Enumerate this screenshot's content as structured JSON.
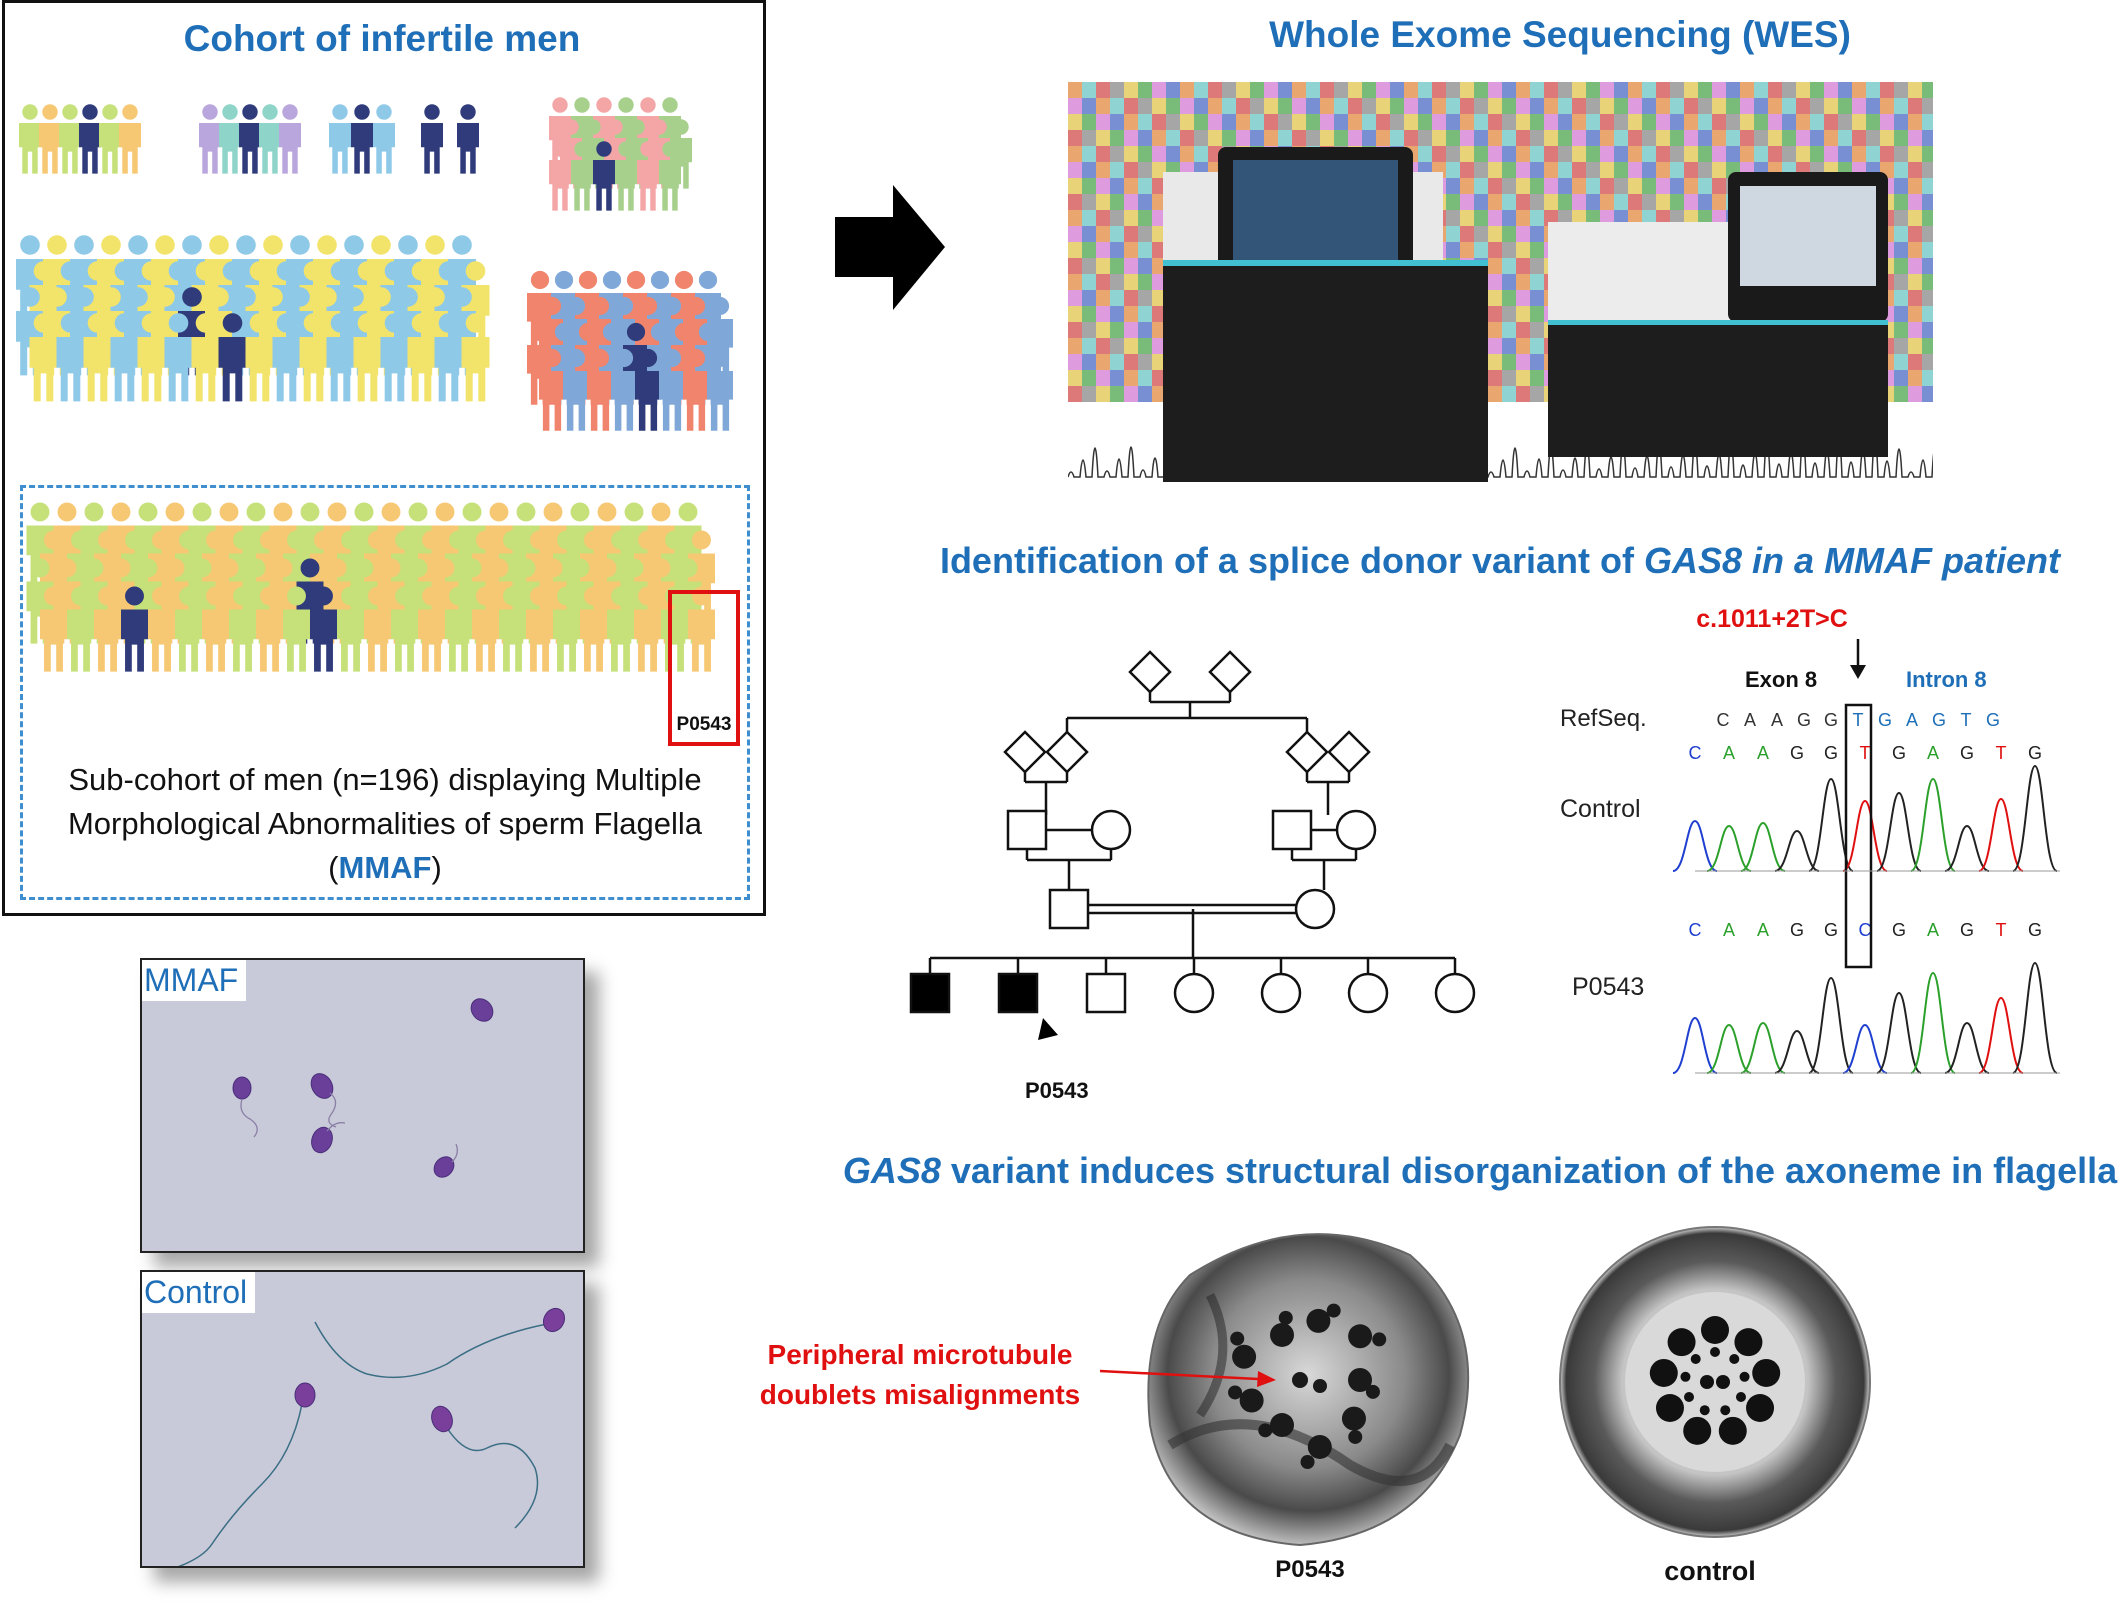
{
  "cohort": {
    "title": "Cohort of infertile men",
    "subcohort_text": "Sub-cohort of men (n=196) displaying Multiple Morphological Abnormalities of sperm Flagella",
    "subcohort_paren_open": "(",
    "subcohort_mmaf": "MMAF",
    "subcohort_paren_close": ")",
    "patient_label": "P0543"
  },
  "wes": {
    "title": "Whole Exome Sequencing (WES)"
  },
  "splice": {
    "title_prefix": "Identification of a splice donor variant of ",
    "title_italic": "GAS8 in a MMAF patient",
    "variant": "c.1011+2T>C",
    "exon_label": "Exon 8",
    "intron_label": "Intron 8",
    "refseq_label": "RefSeq.",
    "control_label": "Control",
    "patient_label": "P0543",
    "pedigree_proband": "P0543",
    "refseq_bases": [
      "C",
      "A",
      "A",
      "G",
      "G",
      "T",
      "G",
      "A",
      "G",
      "T",
      "G"
    ],
    "control_bases": [
      "C",
      "A",
      "A",
      "G",
      "G",
      "T",
      "G",
      "A",
      "G",
      "T",
      "G"
    ],
    "patient_bases": [
      "C",
      "A",
      "A",
      "G",
      "G",
      "C",
      "G",
      "A",
      "G",
      "T",
      "G"
    ]
  },
  "axoneme": {
    "title_italic": "GAS8",
    "title_rest": " variant induces structural disorganization of the axoneme in flagella",
    "annotation": "Peripheral microtubule doublets misalignments",
    "patient_label": "P0543",
    "control_label": "control"
  },
  "micrographs": {
    "mmaf_label": "MMAF",
    "control_label": "Control"
  },
  "colors": {
    "title_blue": "#1f6fb8",
    "highlight_red": "#e01010",
    "base_A": "#2ba02b",
    "base_C": "#1f3fd0",
    "base_G": "#222222",
    "base_T": "#e01010"
  }
}
